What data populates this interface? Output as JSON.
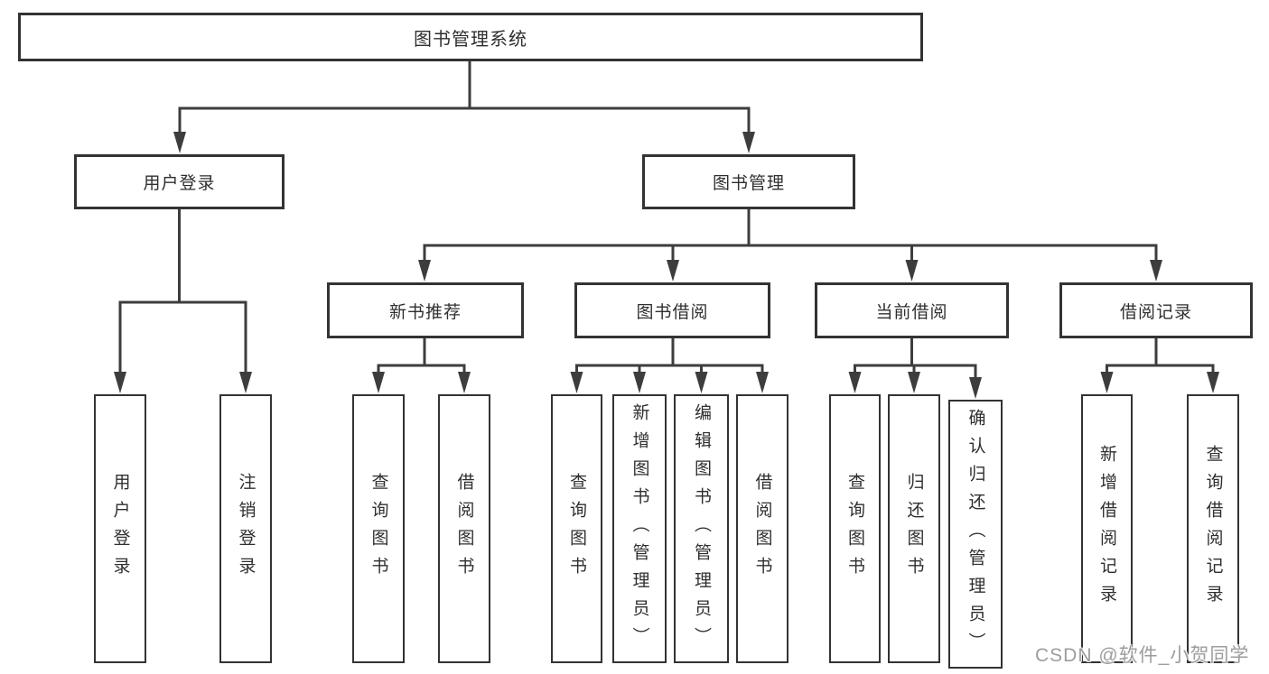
{
  "colors": {
    "line": "#3d3d3d",
    "box_border": "#333333",
    "box_text": "#2f2f2f",
    "watermark_text": "#9d9d9d",
    "background": "#ffffff"
  },
  "tree": {
    "root": "图书管理系统",
    "branches": [
      {
        "label": "用户登录",
        "children": [
          "用户登录",
          "注销登录"
        ]
      },
      {
        "label": "图书管理",
        "groups": [
          {
            "label": "新书推荐",
            "children": [
              "查询图书",
              "借阅图书"
            ]
          },
          {
            "label": "图书借阅",
            "children": [
              "查询图书",
              "新增图书（管理员）",
              "编辑图书（管理员）",
              "借阅图书"
            ]
          },
          {
            "label": "当前借阅",
            "children": [
              "查询图书",
              "归还图书",
              "确认归还（管理员）"
            ]
          },
          {
            "label": "借阅记录",
            "children": [
              "新增借阅记录",
              "查询借阅记录"
            ]
          }
        ]
      }
    ]
  },
  "watermark": {
    "text": "CSDN @软件_小贺同学"
  }
}
